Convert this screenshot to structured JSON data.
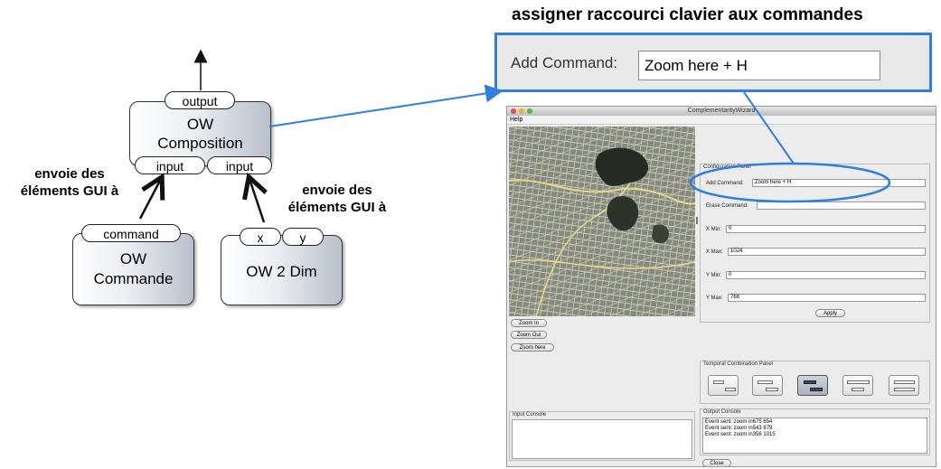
{
  "diagram": {
    "composition": {
      "title_line1": "OW",
      "title_line2": "Composition",
      "output_port": "output",
      "input_ports": [
        "input",
        "input"
      ]
    },
    "command": {
      "title_line1": "OW",
      "title_line2": "Commande",
      "port": "command"
    },
    "dim": {
      "title": "OW 2 Dim",
      "ports": [
        "x",
        "y"
      ]
    },
    "left_label": [
      "envoie des",
      "éléments GUI à"
    ],
    "right_label": [
      "envoie des",
      "éléments GUI à"
    ],
    "highlight_color": "#2e7fe0"
  },
  "callout": {
    "title": "assigner raccourci clavier aux commandes",
    "label": "Add Command:",
    "value": "Zoom here + H"
  },
  "window": {
    "title": "ComplementarityWizard",
    "menu": "Help",
    "zoom_buttons": [
      "Zoom In",
      "Zoom Out",
      "Zoom here"
    ],
    "config_panel": {
      "title": "Configuration Panel",
      "rows": [
        {
          "label": "Add Command:",
          "value": "Zoom here + H"
        },
        {
          "label": "Erase Command:",
          "value": ""
        },
        {
          "label": "X Min:",
          "value": "0"
        },
        {
          "label": "X Max:",
          "value": "1024"
        },
        {
          "label": "Y Min:",
          "value": "0"
        },
        {
          "label": "Y Max:",
          "value": "768"
        }
      ],
      "apply": "Apply"
    },
    "temporal_panel": {
      "title": "Temporal Combination Panel",
      "selected_index": 2
    },
    "input_console": {
      "title": "Input Console"
    },
    "output_console": {
      "title": "Output Console",
      "lines": [
        "Event sent: zoom in675 654",
        "Event sent: zoom in543 879",
        "Event sent: zoom in356 1015"
      ]
    },
    "close": "Close"
  }
}
